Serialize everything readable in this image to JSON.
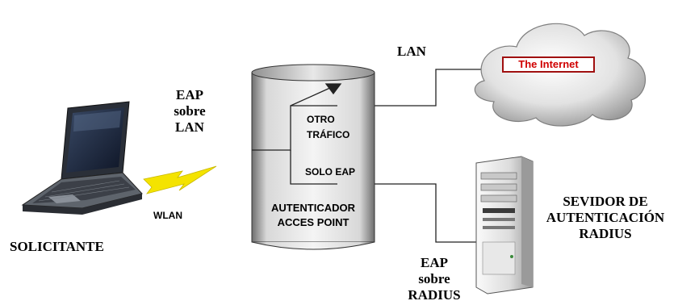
{
  "labels": {
    "eap_lan": [
      "EAP",
      "sobre",
      "LAN"
    ],
    "lan": "LAN",
    "wlan": "WLAN",
    "solicitante": "SOLICITANTE",
    "otro_trafico": [
      "OTRO",
      "TRÁFICO"
    ],
    "solo_eap": "SOLO EAP",
    "autenticador": [
      "AUTENTICADOR",
      "ACCES POINT"
    ],
    "servidor": [
      "SEVIDOR DE",
      "AUTENTICACIÓN",
      "RADIUS"
    ],
    "eap_radius": [
      "EAP",
      "sobre",
      "RADIUS"
    ],
    "internet": "The Internet"
  },
  "icons": [
    "laptop-icon",
    "wireless-bolt-icon",
    "cloud-icon",
    "server-icon",
    "switch-icon"
  ],
  "colors": {
    "bolt": "#f4e300",
    "internet_text": "#d00000",
    "internet_border": "#a01010"
  }
}
